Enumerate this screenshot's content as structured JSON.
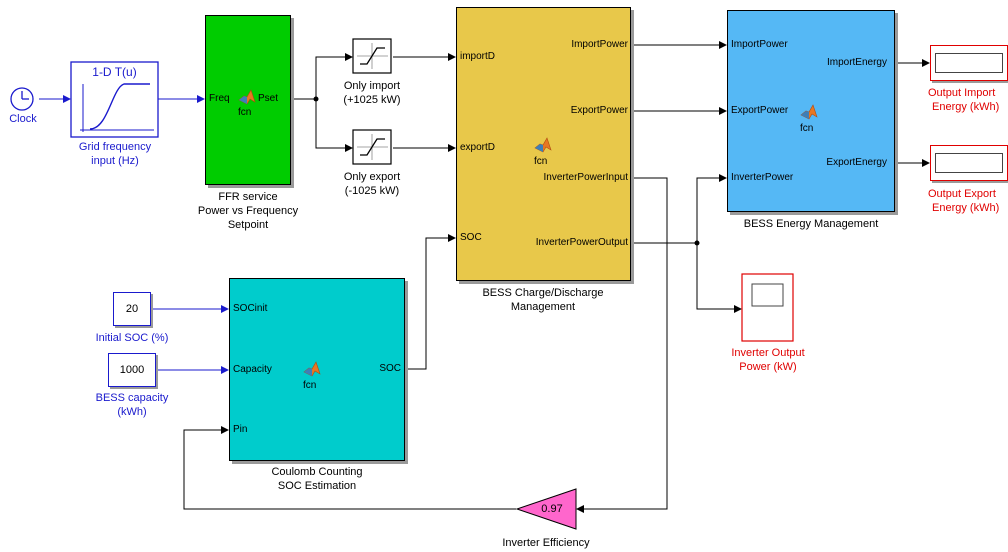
{
  "colors": {
    "signal": "#1a1acd",
    "line": "#000000",
    "ffr_block": "#00cc00",
    "bess_charge_block": "#e8c84a",
    "energy_block": "#55b8f5",
    "coulomb_block": "#00cccc",
    "gain_block": "#ff66cc",
    "sink_label": "#e00000",
    "source_label": "#1a1acd"
  },
  "blocks": {
    "clock": {
      "label": "Clock",
      "icon": "clock-icon"
    },
    "lookup": {
      "title": "1-D T(u)",
      "label_line1": "Grid frequency",
      "label_line2": "input (Hz)"
    },
    "ffr": {
      "port_in": "Freq",
      "port_out": "Pset",
      "fcn": "fcn",
      "label_line1": "FFR service",
      "label_line2": "Power vs Frequency",
      "label_line3": "Setpoint"
    },
    "sat_import": {
      "label_line1": "Only import",
      "label_line2": "(+1025 kW)",
      "icon": "saturation-icon"
    },
    "sat_export": {
      "label_line1": "Only export",
      "label_line2": "(-1025 kW)",
      "icon": "saturation-icon"
    },
    "bess_charge": {
      "in_import": "importD",
      "in_export": "exportD",
      "in_soc": "SOC",
      "out_import": "ImportPower",
      "out_export": "ExportPower",
      "out_inv_in": "InverterPowerInput",
      "out_inv_out": "InverterPowerOutput",
      "fcn": "fcn",
      "label_line1": "BESS Charge/Discharge",
      "label_line2": "Management"
    },
    "energy": {
      "in_import": "ImportPower",
      "in_export": "ExportPower",
      "in_inverter": "InverterPower",
      "out_import": "ImportEnergy",
      "out_export": "ExportEnergy",
      "fcn": "fcn",
      "label": "BESS Energy Management"
    },
    "out_import": {
      "label_line1": "Output Import",
      "label_line2": "Energy (kWh)"
    },
    "out_export": {
      "label_line1": "Output Export",
      "label_line2": "Energy (kWh)"
    },
    "initial_soc": {
      "value": "20",
      "label": "Initial SOC (%)"
    },
    "bess_capacity": {
      "value": "1000",
      "label_line1": "BESS capacity",
      "label_line2": "(kWh)"
    },
    "coulomb": {
      "in_socinit": "SOCinit",
      "in_capacity": "Capacity",
      "in_pin": "Pin",
      "out_soc": "SOC",
      "fcn": "fcn",
      "label_line1": "Coulomb Counting",
      "label_line2": "SOC Estimation"
    },
    "scope": {
      "label_line1": "Inverter Output",
      "label_line2": "Power (kW)",
      "icon": "scope-icon"
    },
    "gain": {
      "value": "0.97",
      "label": "Inverter Efficiency"
    }
  }
}
